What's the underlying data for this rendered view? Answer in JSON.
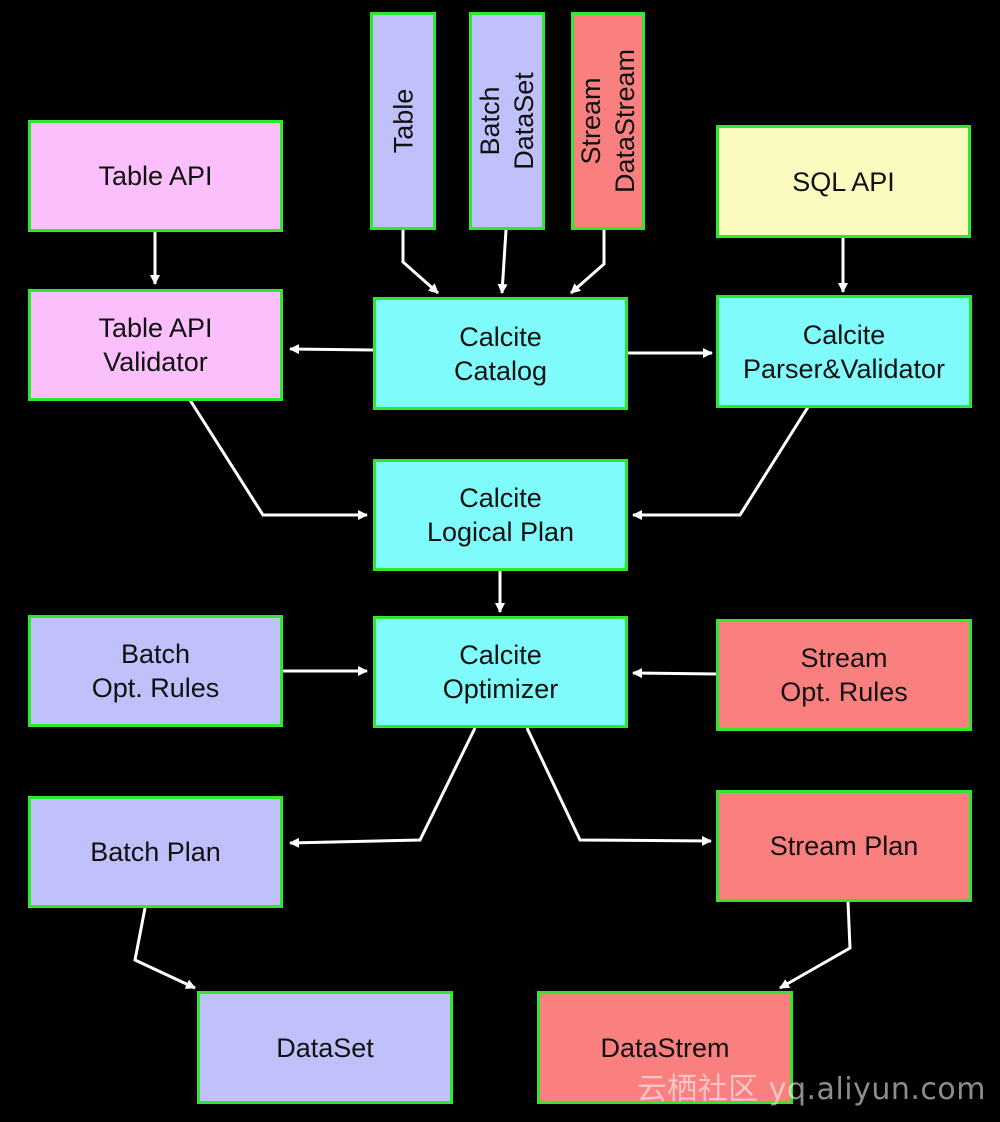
{
  "nodes": {
    "table": {
      "lines": [
        "Table"
      ]
    },
    "batch_dataset": {
      "lines": [
        "Batch",
        "DataSet"
      ]
    },
    "stream_datastream": {
      "lines": [
        "Stream",
        "DataStream"
      ]
    },
    "table_api": {
      "lines": [
        "Table API"
      ]
    },
    "sql_api": {
      "lines": [
        "SQL API"
      ]
    },
    "table_api_validator": {
      "lines": [
        "Table API",
        "Validator"
      ]
    },
    "calcite_catalog": {
      "lines": [
        "Calcite",
        "Catalog"
      ]
    },
    "calcite_parser_validator": {
      "lines": [
        "Calcite",
        "Parser&Validator"
      ]
    },
    "calcite_logical_plan": {
      "lines": [
        "Calcite",
        "Logical Plan"
      ]
    },
    "batch_opt_rules": {
      "lines": [
        "Batch",
        "Opt. Rules"
      ]
    },
    "calcite_optimizer": {
      "lines": [
        "Calcite",
        "Optimizer"
      ]
    },
    "stream_opt_rules": {
      "lines": [
        "Stream",
        "Opt. Rules"
      ]
    },
    "batch_plan": {
      "lines": [
        "Batch Plan"
      ]
    },
    "stream_plan": {
      "lines": [
        "Stream Plan"
      ]
    },
    "dataset": {
      "lines": [
        "DataSet"
      ]
    },
    "datastrem": {
      "lines": [
        "DataStrem"
      ]
    }
  },
  "edges": [
    {
      "from": "table_api",
      "to": "table_api_validator"
    },
    {
      "from": "table",
      "to": "calcite_catalog"
    },
    {
      "from": "batch_dataset",
      "to": "calcite_catalog"
    },
    {
      "from": "stream_datastream",
      "to": "calcite_catalog"
    },
    {
      "from": "sql_api",
      "to": "calcite_parser_validator"
    },
    {
      "from": "calcite_catalog",
      "to": "table_api_validator"
    },
    {
      "from": "calcite_catalog",
      "to": "calcite_parser_validator"
    },
    {
      "from": "table_api_validator",
      "to": "calcite_logical_plan"
    },
    {
      "from": "calcite_parser_validator",
      "to": "calcite_logical_plan"
    },
    {
      "from": "calcite_logical_plan",
      "to": "calcite_optimizer"
    },
    {
      "from": "batch_opt_rules",
      "to": "calcite_optimizer"
    },
    {
      "from": "stream_opt_rules",
      "to": "calcite_optimizer"
    },
    {
      "from": "calcite_optimizer",
      "to": "batch_plan"
    },
    {
      "from": "calcite_optimizer",
      "to": "stream_plan"
    },
    {
      "from": "batch_plan",
      "to": "dataset"
    },
    {
      "from": "stream_plan",
      "to": "datastrem"
    }
  ],
  "colors": {
    "background": "#000000",
    "border": "#2ee82e",
    "pink": "#fbc0fb",
    "lavender": "#c0c0fa",
    "salmon": "#fa8080",
    "yellow": "#fbfbbf",
    "cyan": "#80fbfb",
    "edge": "#ffffff"
  },
  "watermark": "云栖社区 yq.aliyun.com"
}
